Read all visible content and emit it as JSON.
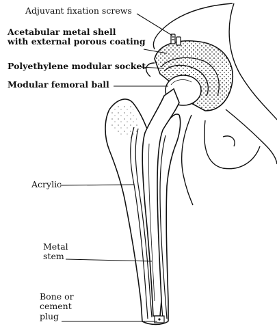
{
  "diagram": {
    "labels": {
      "screws": "Adjuvant fixation screws",
      "shell_line1": "Acetabular metal shell",
      "shell_line2": "with external porous coating",
      "socket": "Polyethylene modular socket",
      "ball": "Modular femoral ball",
      "acrylic": "Acrylic",
      "stem_line1": "Metal",
      "stem_line2": "stem",
      "plug_line1": "Bone or",
      "plug_line2": "cement",
      "plug_line3": "plug"
    },
    "colors": {
      "ink": "#111111",
      "background": "#ffffff"
    }
  }
}
